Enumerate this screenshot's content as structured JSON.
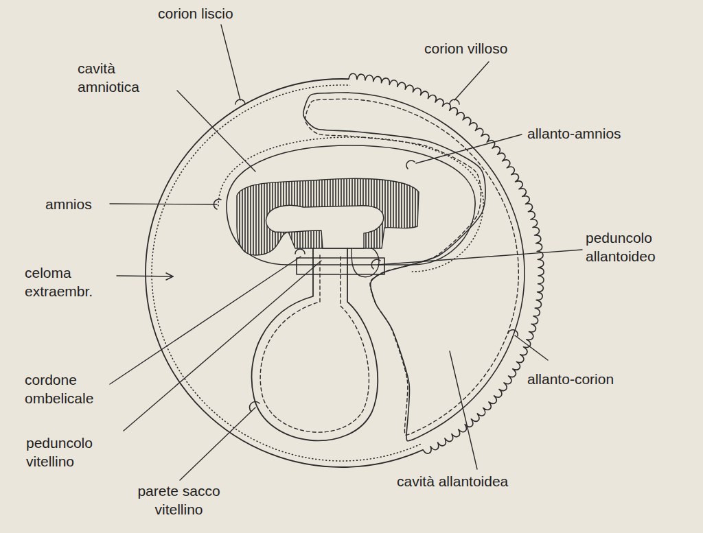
{
  "diagram": {
    "labels": [
      "corion liscio",
      "corion villoso",
      "cavità amniotica",
      "allanto-amnios",
      "amnios",
      "peduncolo allantoideo",
      "celoma extraembr.",
      "cordone ombelicale",
      "allanto-corion",
      "peduncolo vitellino",
      "parete sacco vitellino",
      "cavità allantoidea"
    ]
  }
}
